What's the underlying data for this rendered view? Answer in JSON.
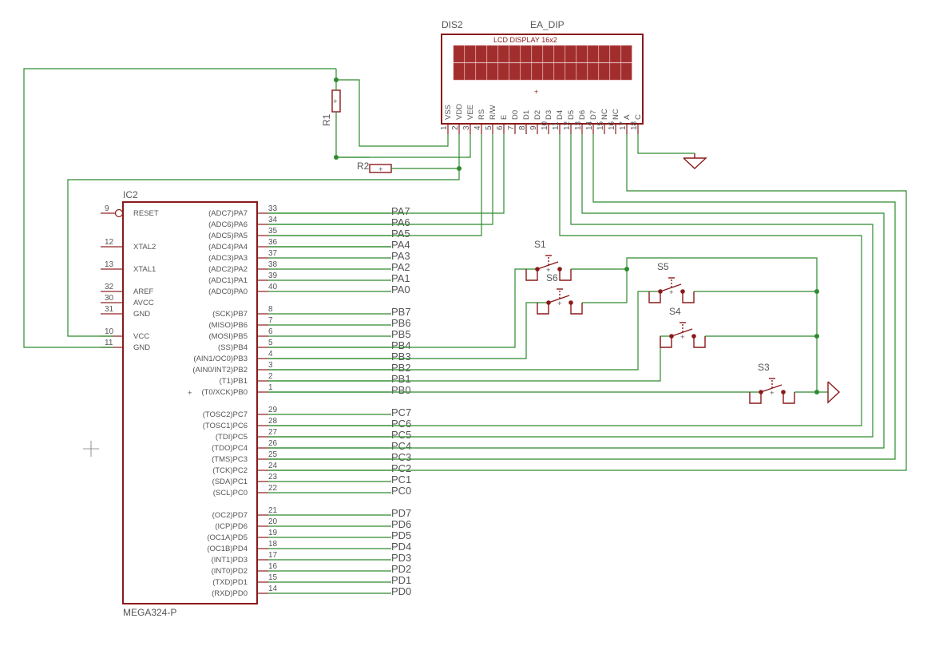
{
  "lcd": {
    "ref": "DIS2",
    "value": "EA_DIP",
    "title": "LCD DISPLAY 16x2",
    "pins": [
      {
        "num": "1",
        "name": "VSS"
      },
      {
        "num": "2",
        "name": "VDD"
      },
      {
        "num": "3",
        "name": "VEE"
      },
      {
        "num": "4",
        "name": "RS"
      },
      {
        "num": "5",
        "name": "R/W"
      },
      {
        "num": "6",
        "name": "E"
      },
      {
        "num": "7",
        "name": "D0"
      },
      {
        "num": "8",
        "name": "D1"
      },
      {
        "num": "9",
        "name": "D2"
      },
      {
        "num": "10",
        "name": "D3"
      },
      {
        "num": "11",
        "name": "D4"
      },
      {
        "num": "12",
        "name": "D5"
      },
      {
        "num": "13",
        "name": "D6"
      },
      {
        "num": "14",
        "name": "D7"
      },
      {
        "num": "15",
        "name": "NC"
      },
      {
        "num": "16",
        "name": "NC"
      },
      {
        "num": "17",
        "name": "A"
      },
      {
        "num": "18",
        "name": "C"
      }
    ]
  },
  "resistors": [
    {
      "ref": "R1"
    },
    {
      "ref": "R2"
    }
  ],
  "switches": [
    {
      "ref": "S1"
    },
    {
      "ref": "S6"
    },
    {
      "ref": "S5"
    },
    {
      "ref": "S4"
    },
    {
      "ref": "S3"
    }
  ],
  "mcu": {
    "ref": "IC2",
    "value": "MEGA324-P",
    "left_pins": [
      {
        "num": "9",
        "name": "RESET"
      },
      {
        "num": "12",
        "name": "XTAL2"
      },
      {
        "num": "13",
        "name": "XTAL1"
      },
      {
        "num": "32",
        "name": "AREF"
      },
      {
        "num": "30",
        "name": "AVCC"
      },
      {
        "num": "31",
        "name": "GND"
      },
      {
        "num": "10",
        "name": "VCC"
      },
      {
        "num": "11",
        "name": "GND"
      }
    ],
    "right_pins": [
      {
        "num": "33",
        "name": "(ADC7)PA7",
        "net": "PA7"
      },
      {
        "num": "34",
        "name": "(ADC6)PA6",
        "net": "PA6"
      },
      {
        "num": "35",
        "name": "(ADC5)PA5",
        "net": "PA5"
      },
      {
        "num": "36",
        "name": "(ADC4)PA4",
        "net": "PA4"
      },
      {
        "num": "37",
        "name": "(ADC3)PA3",
        "net": "PA3"
      },
      {
        "num": "38",
        "name": "(ADC2)PA2",
        "net": "PA2"
      },
      {
        "num": "39",
        "name": "(ADC1)PA1",
        "net": "PA1"
      },
      {
        "num": "40",
        "name": "(ADC0)PA0",
        "net": "PA0"
      },
      {
        "num": "8",
        "name": "(SCK)PB7",
        "net": "PB7"
      },
      {
        "num": "7",
        "name": "(MISO)PB6",
        "net": "PB6"
      },
      {
        "num": "6",
        "name": "(MOSI)PB5",
        "net": "PB5"
      },
      {
        "num": "5",
        "name": "(SS)PB4",
        "net": "PB4"
      },
      {
        "num": "4",
        "name": "(AIN1/OC0)PB3",
        "net": "PB3"
      },
      {
        "num": "3",
        "name": "(AIN0/INT2)PB2",
        "net": "PB2"
      },
      {
        "num": "2",
        "name": "(T1)PB1",
        "net": "PB1"
      },
      {
        "num": "1",
        "name": "(T0/XCK)PB0",
        "net": "PB0"
      },
      {
        "num": "29",
        "name": "(TOSC2)PC7",
        "net": "PC7"
      },
      {
        "num": "28",
        "name": "(TOSC1)PC6",
        "net": "PC6"
      },
      {
        "num": "27",
        "name": "(TDI)PC5",
        "net": "PC5"
      },
      {
        "num": "26",
        "name": "(TDO)PC4",
        "net": "PC4"
      },
      {
        "num": "25",
        "name": "(TMS)PC3",
        "net": "PC3"
      },
      {
        "num": "24",
        "name": "(TCK)PC2",
        "net": "PC2"
      },
      {
        "num": "23",
        "name": "(SDA)PC1",
        "net": "PC1"
      },
      {
        "num": "22",
        "name": "(SCL)PC0",
        "net": "PC0"
      },
      {
        "num": "21",
        "name": "(OC2)PD7",
        "net": "PD7"
      },
      {
        "num": "20",
        "name": "(ICP)PD6",
        "net": "PD6"
      },
      {
        "num": "19",
        "name": "(OC1A)PD5",
        "net": "PD5"
      },
      {
        "num": "18",
        "name": "(OC1B)PD4",
        "net": "PD4"
      },
      {
        "num": "17",
        "name": "(INT1)PD3",
        "net": "PD3"
      },
      {
        "num": "16",
        "name": "(INT0)PD2",
        "net": "PD2"
      },
      {
        "num": "15",
        "name": "(TXD)PD1",
        "net": "PD1"
      },
      {
        "num": "14",
        "name": "(RXD)PD0",
        "net": "PD0"
      }
    ]
  }
}
